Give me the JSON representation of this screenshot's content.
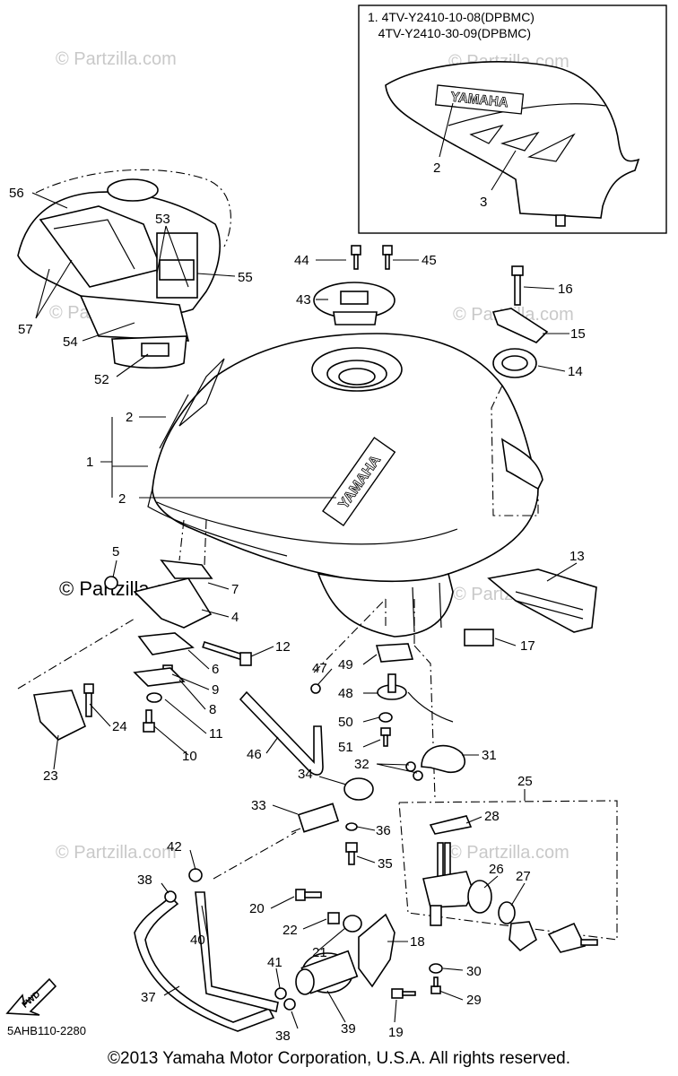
{
  "callout": {
    "title_line1": "1. 4TV-Y2410-10-08(DPBMC)",
    "title_line2": "4TV-Y2410-30-09(DPBMC)",
    "brand": "YAMAHA"
  },
  "tank_brand": "YAMAHA",
  "watermarks": {
    "small": "© Partzilla.com",
    "large": "© Partzilla.com"
  },
  "fwd_label": "FWD",
  "diagram_code": "5AHB110-2280",
  "copyright": "©2013  Yamaha Motor Corporation, U.S.A. All rights reserved.",
  "callout_numbers": [
    {
      "num": "1"
    },
    {
      "num": "2"
    },
    {
      "num": "2"
    },
    {
      "num": "2"
    },
    {
      "num": "3"
    },
    {
      "num": "4"
    },
    {
      "num": "5"
    },
    {
      "num": "6"
    },
    {
      "num": "7"
    },
    {
      "num": "8"
    },
    {
      "num": "9"
    },
    {
      "num": "10"
    },
    {
      "num": "11"
    },
    {
      "num": "12"
    },
    {
      "num": "13"
    },
    {
      "num": "14"
    },
    {
      "num": "15"
    },
    {
      "num": "16"
    },
    {
      "num": "17"
    },
    {
      "num": "18"
    },
    {
      "num": "19"
    },
    {
      "num": "20"
    },
    {
      "num": "21"
    },
    {
      "num": "22"
    },
    {
      "num": "23"
    },
    {
      "num": "24"
    },
    {
      "num": "25"
    },
    {
      "num": "26"
    },
    {
      "num": "27"
    },
    {
      "num": "28"
    },
    {
      "num": "29"
    },
    {
      "num": "30"
    },
    {
      "num": "31"
    },
    {
      "num": "32"
    },
    {
      "num": "33"
    },
    {
      "num": "34"
    },
    {
      "num": "35"
    },
    {
      "num": "36"
    },
    {
      "num": "37"
    },
    {
      "num": "38"
    },
    {
      "num": "38"
    },
    {
      "num": "39"
    },
    {
      "num": "40"
    },
    {
      "num": "41"
    },
    {
      "num": "42"
    },
    {
      "num": "43"
    },
    {
      "num": "44"
    },
    {
      "num": "45"
    },
    {
      "num": "46"
    },
    {
      "num": "47"
    },
    {
      "num": "48"
    },
    {
      "num": "49"
    },
    {
      "num": "50"
    },
    {
      "num": "51"
    },
    {
      "num": "52"
    },
    {
      "num": "53"
    },
    {
      "num": "54"
    },
    {
      "num": "55"
    },
    {
      "num": "56"
    },
    {
      "num": "57"
    }
  ]
}
